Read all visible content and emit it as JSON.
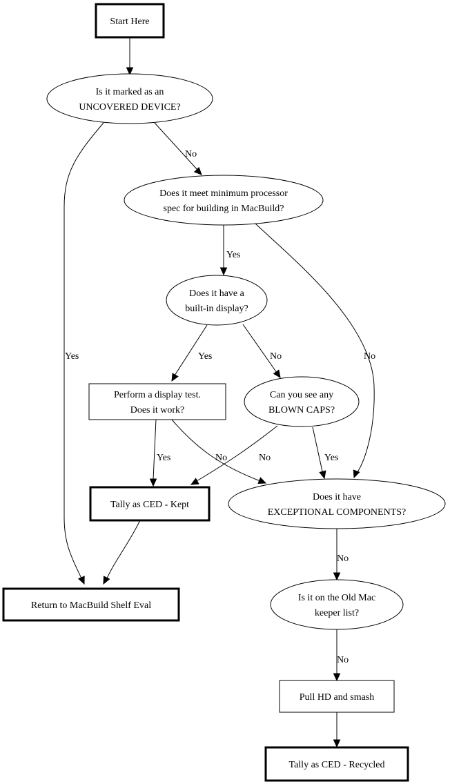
{
  "title": "Mac device evaluation flowchart",
  "nodes": {
    "start": {
      "lines": [
        "Start Here"
      ],
      "shape": "box-bold"
    },
    "uncovered": {
      "lines": [
        "Is it marked as an",
        "UNCOVERED DEVICE?"
      ],
      "shape": "ellipse"
    },
    "min_spec": {
      "lines": [
        "Does it meet minimum processor",
        "spec for building in MacBuild?"
      ],
      "shape": "ellipse"
    },
    "builtin_display": {
      "lines": [
        "Does it have a",
        "built-in display?"
      ],
      "shape": "ellipse"
    },
    "display_test": {
      "lines": [
        "Perform a display test.",
        "Does it work?"
      ],
      "shape": "box"
    },
    "blown_caps": {
      "lines": [
        "Can you see any",
        "BLOWN CAPS?"
      ],
      "shape": "ellipse"
    },
    "tally_kept": {
      "lines": [
        "Tally as CED - Kept"
      ],
      "shape": "box-bold"
    },
    "exceptional": {
      "lines": [
        "Does it have",
        "EXCEPTIONAL COMPONENTS?"
      ],
      "shape": "ellipse"
    },
    "return_shelf": {
      "lines": [
        "Return to MacBuild Shelf Eval"
      ],
      "shape": "box-bold"
    },
    "keeper_list": {
      "lines": [
        "Is it on the Old Mac",
        "keeper list?"
      ],
      "shape": "ellipse"
    },
    "pull_hd": {
      "lines": [
        "Pull HD and smash"
      ],
      "shape": "box"
    },
    "tally_recycled": {
      "lines": [
        "Tally as CED - Recycled"
      ],
      "shape": "box-bold"
    }
  },
  "edges": [
    {
      "from": "start",
      "to": "uncovered",
      "label": ""
    },
    {
      "from": "uncovered",
      "to": "min_spec",
      "label": "No"
    },
    {
      "from": "uncovered",
      "to": "return_shelf",
      "label": "Yes"
    },
    {
      "from": "min_spec",
      "to": "builtin_display",
      "label": "Yes"
    },
    {
      "from": "min_spec",
      "to": "exceptional",
      "label": "No"
    },
    {
      "from": "builtin_display",
      "to": "display_test",
      "label": "Yes"
    },
    {
      "from": "builtin_display",
      "to": "blown_caps",
      "label": "No"
    },
    {
      "from": "display_test",
      "to": "tally_kept",
      "label": "Yes"
    },
    {
      "from": "display_test",
      "to": "exceptional",
      "label": "No"
    },
    {
      "from": "blown_caps",
      "to": "tally_kept",
      "label": "No"
    },
    {
      "from": "blown_caps",
      "to": "exceptional",
      "label": "Yes"
    },
    {
      "from": "tally_kept",
      "to": "return_shelf",
      "label": ""
    },
    {
      "from": "exceptional",
      "to": "keeper_list",
      "label": "No"
    },
    {
      "from": "keeper_list",
      "to": "pull_hd",
      "label": "No"
    },
    {
      "from": "pull_hd",
      "to": "tally_recycled",
      "label": ""
    }
  ]
}
